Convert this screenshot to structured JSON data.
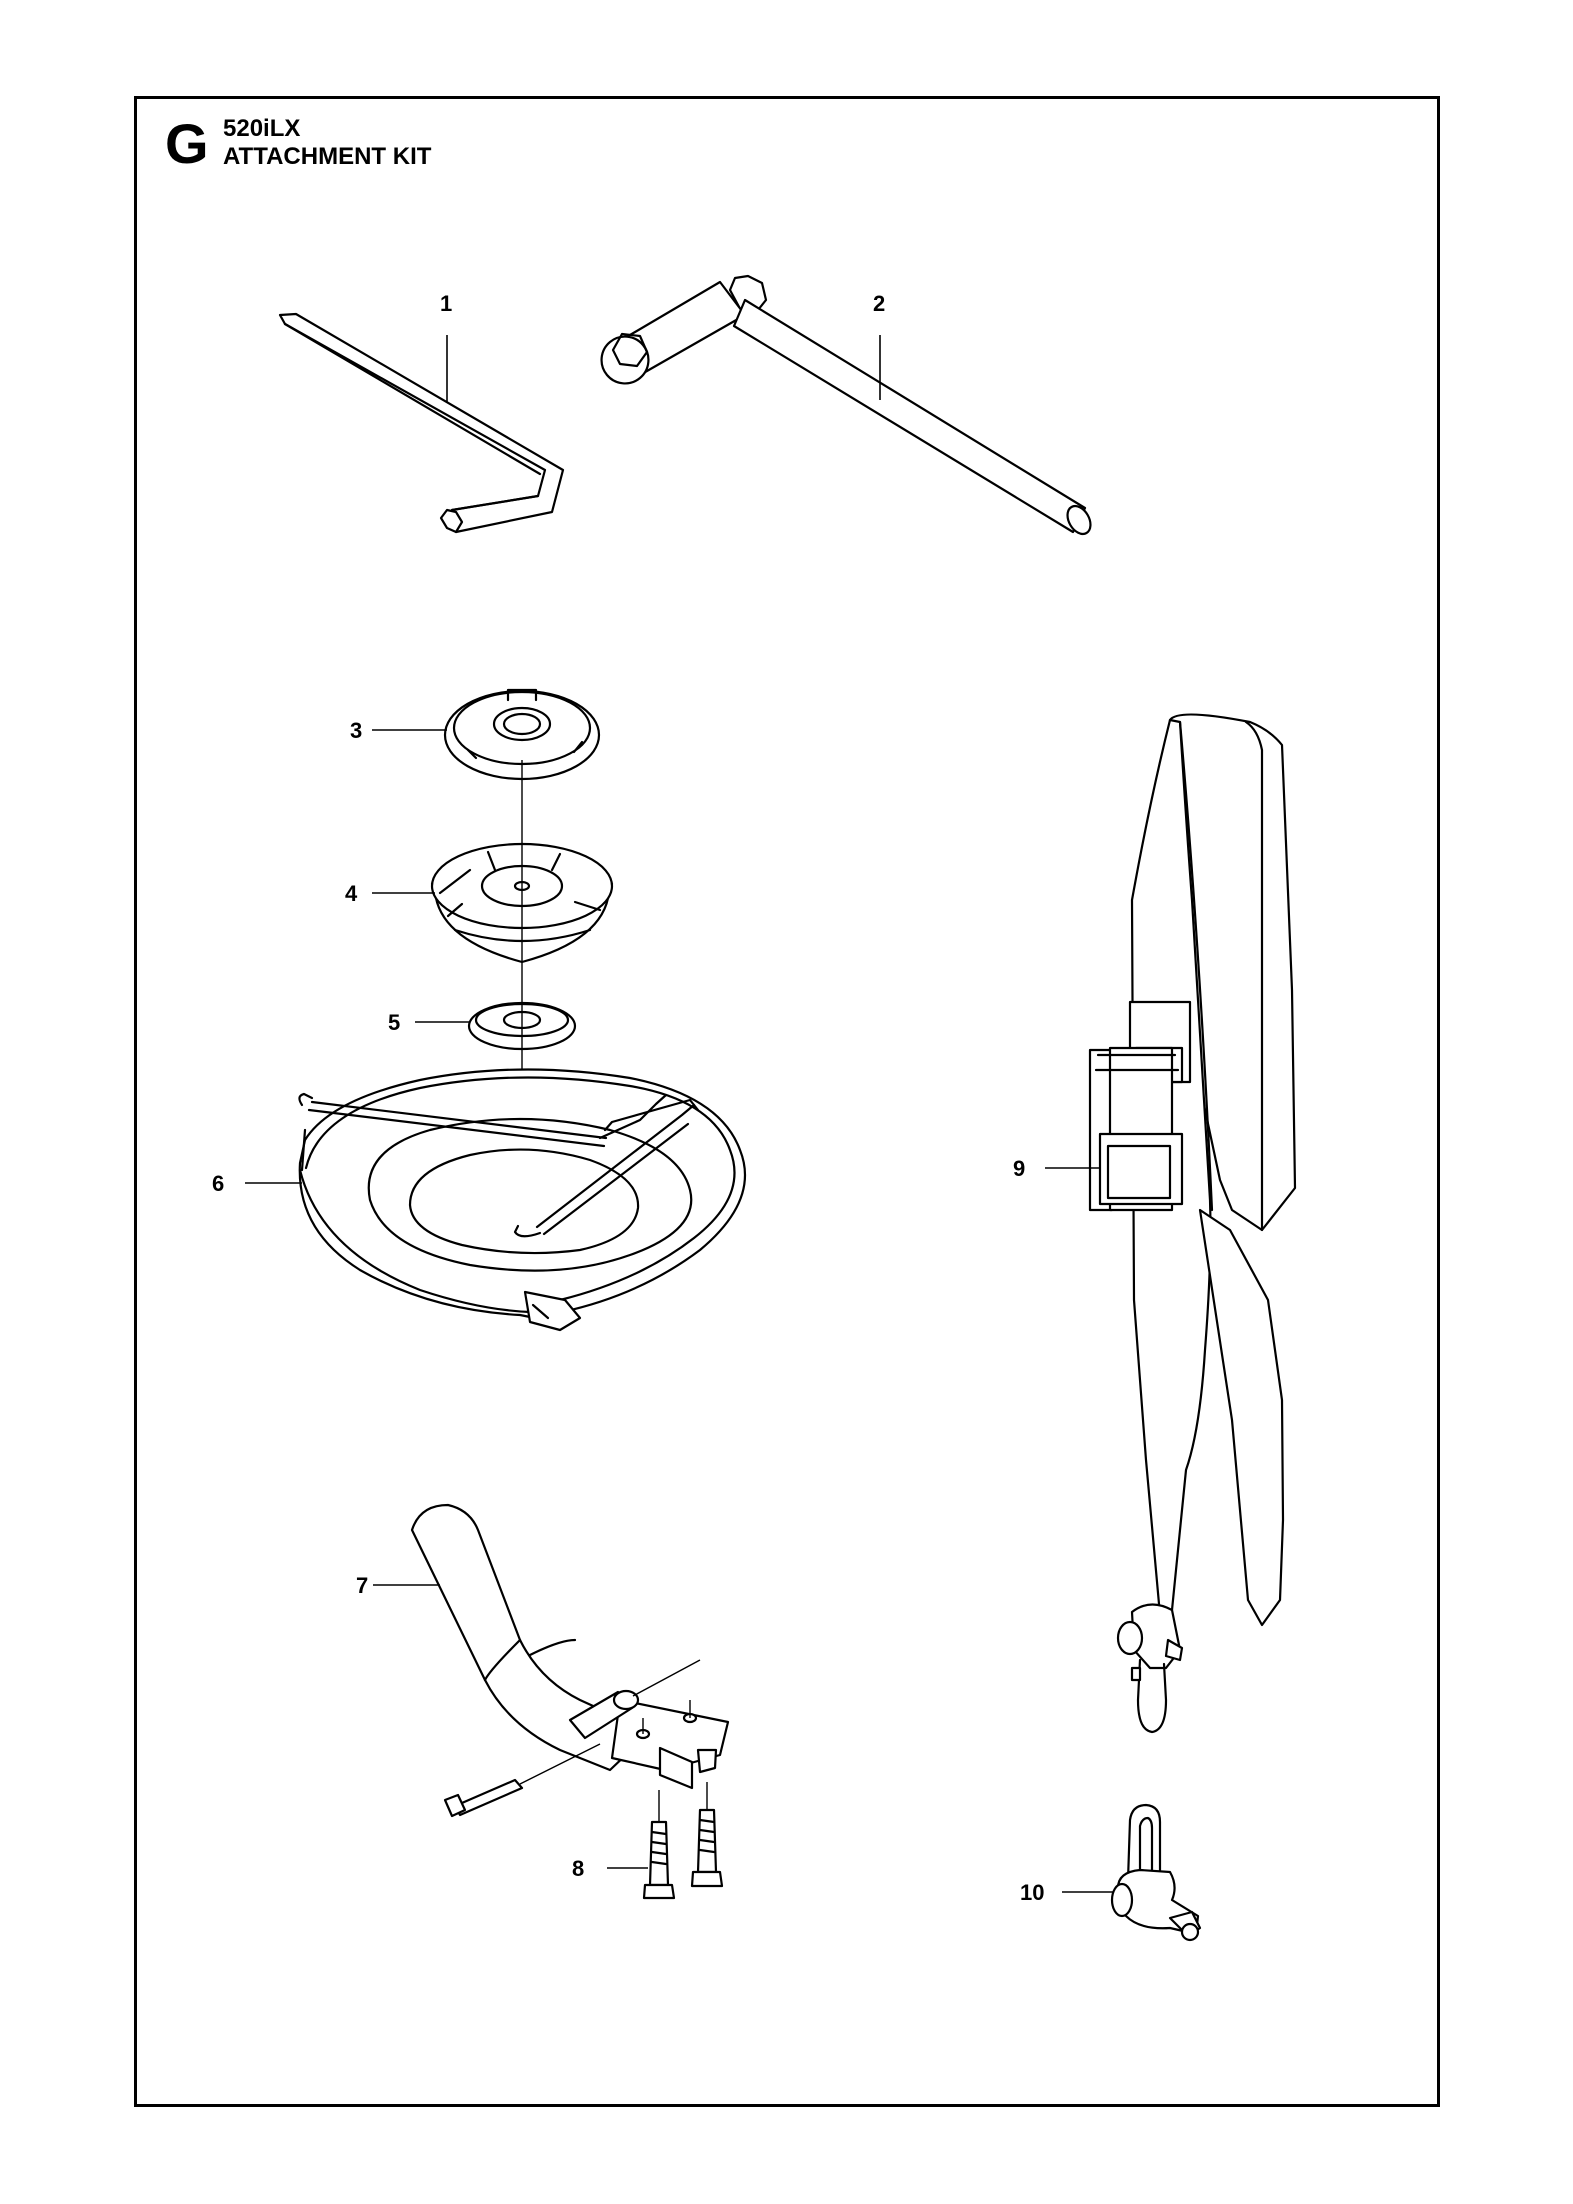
{
  "header": {
    "section_letter": "G",
    "model": "520iLX",
    "title": "ATTACHMENT KIT"
  },
  "callouts": [
    "1",
    "2",
    "3",
    "4",
    "5",
    "6",
    "7",
    "8",
    "9",
    "10"
  ],
  "colors": {
    "ink": "#000000",
    "paper": "#ffffff"
  }
}
